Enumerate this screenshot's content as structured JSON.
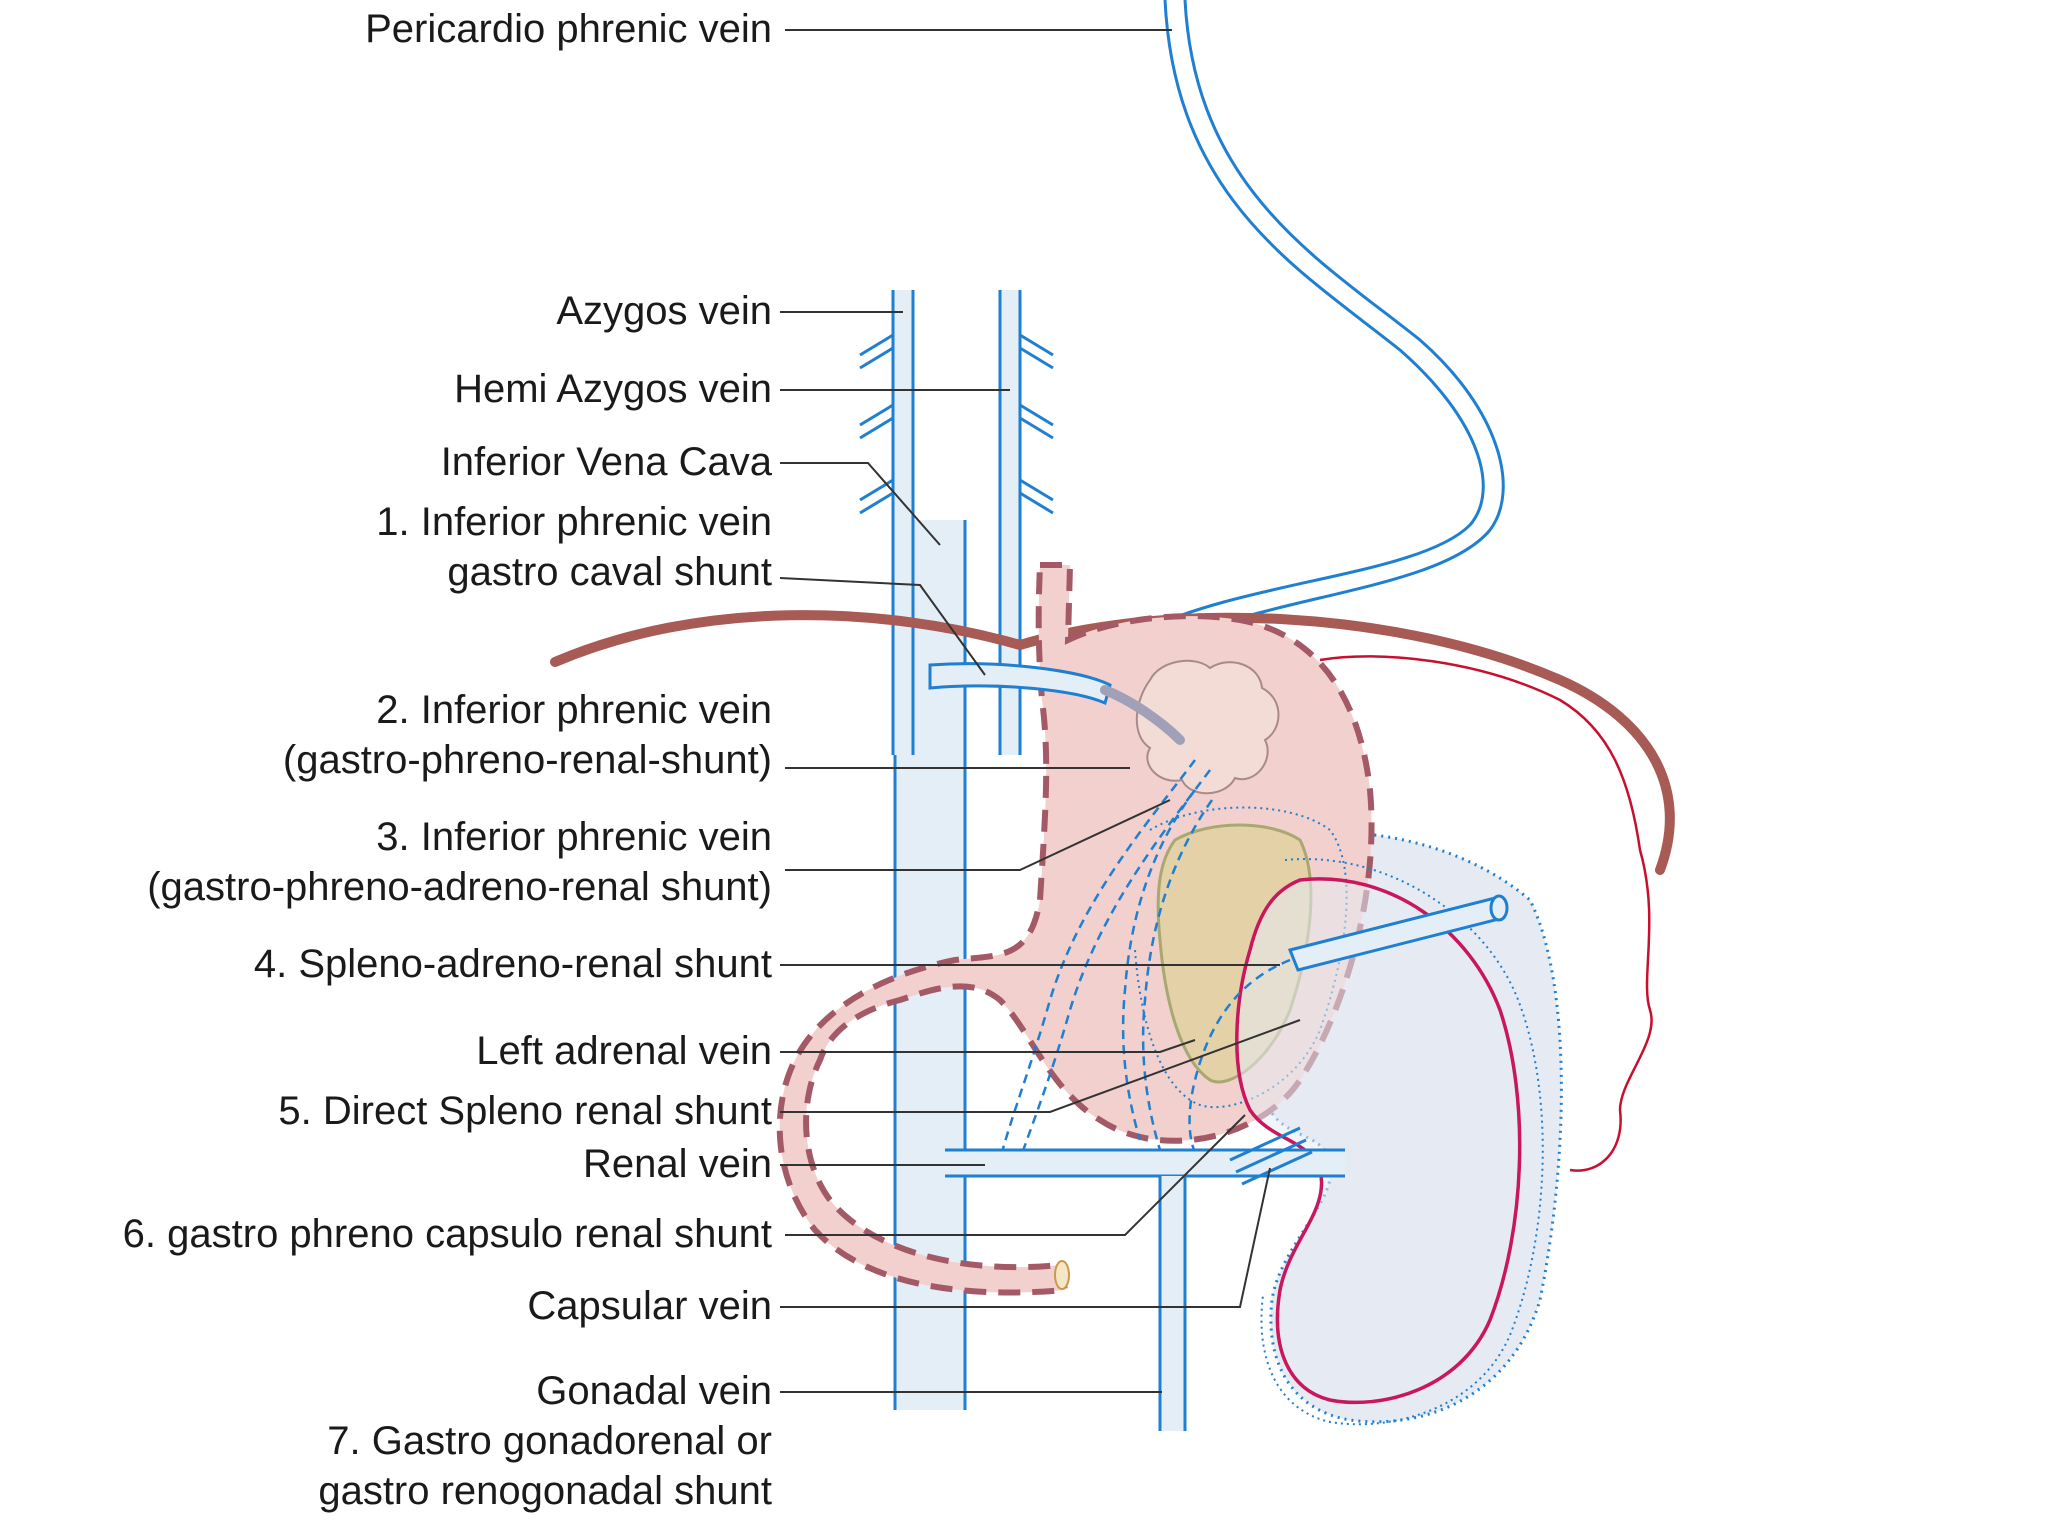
{
  "colors": {
    "vein_blue": "#1f7fd0",
    "vein_fill": "#e4eef7",
    "stomach_fill": "#f2d0cd",
    "stomach_outline": "#a35a66",
    "diaphragm": "#a85a55",
    "adrenal_fill": "#e2d0a4",
    "adrenal_outline": "#a8a870",
    "kidney_outline": "#c8175c",
    "spleen_fill": "#e6ebf3",
    "leader_line": "#333333",
    "text": "#1a1a1a"
  },
  "labels": [
    {
      "id": "pericardio-phrenic-vein",
      "lines": [
        "Pericardio phrenic vein"
      ]
    },
    {
      "id": "azygos-vein",
      "lines": [
        "Azygos vein"
      ]
    },
    {
      "id": "hemi-azygos-vein",
      "lines": [
        "Hemi Azygos vein"
      ]
    },
    {
      "id": "inferior-vena-cava",
      "lines": [
        "Inferior Vena Cava"
      ]
    },
    {
      "id": "gastro-caval-shunt",
      "lines": [
        "1. Inferior phrenic vein",
        "gastro caval shunt"
      ]
    },
    {
      "id": "gastro-phreno-renal-shunt",
      "lines": [
        "2. Inferior phrenic vein",
        "(gastro-phreno-renal-shunt)"
      ]
    },
    {
      "id": "gastro-phreno-adreno-renal-shunt",
      "lines": [
        "3. Inferior phrenic vein",
        "(gastro-phreno-adreno-renal shunt)"
      ]
    },
    {
      "id": "spleno-adreno-renal-shunt",
      "lines": [
        "4. Spleno-adreno-renal shunt"
      ]
    },
    {
      "id": "left-adrenal-vein",
      "lines": [
        "Left adrenal vein"
      ]
    },
    {
      "id": "direct-spleno-renal-shunt",
      "lines": [
        "5. Direct Spleno renal shunt"
      ]
    },
    {
      "id": "renal-vein",
      "lines": [
        "Renal vein"
      ]
    },
    {
      "id": "gastro-phreno-capsulo-renal-shunt",
      "lines": [
        "6. gastro phreno capsulo renal shunt"
      ]
    },
    {
      "id": "capsular-vein",
      "lines": [
        "Capsular vein"
      ]
    },
    {
      "id": "gonadal-vein",
      "lines": [
        "Gonadal vein"
      ]
    },
    {
      "id": "gastro-gonadorenal-shunt",
      "lines": [
        "7. Gastro gonadorenal or",
        "gastro renogonadal shunt"
      ]
    }
  ]
}
